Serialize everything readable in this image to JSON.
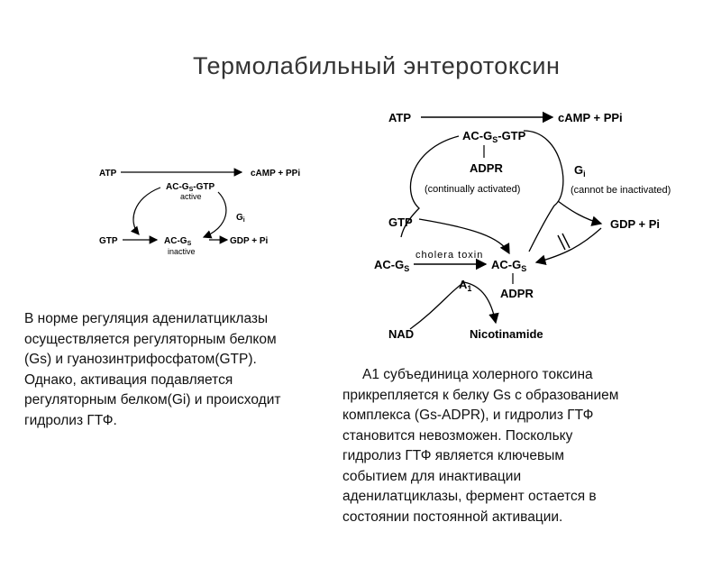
{
  "title": "Термолабильный энтеротоксин",
  "left_diagram": {
    "atp": "ATP",
    "camp": "cAMP + PPi",
    "ac_gs_gtp": "AC-G",
    "ac_gs_gtp_sub": "S",
    "ac_gs_gtp_suffix": "-GTP",
    "active": "active",
    "gi": "G",
    "gi_sub": "i",
    "gtp": "GTP",
    "ac_gs": "AC-G",
    "ac_gs_sub": "S",
    "inactive": "inactive",
    "gdp": "GDP + Pi"
  },
  "right_diagram": {
    "atp": "ATP",
    "camp": "cAMP + PPi",
    "ac_gs_gtp": "AC-G",
    "ac_gs_gtp_sub": "S",
    "ac_gs_gtp_suffix": "-GTP",
    "adpr": "ADPR",
    "continually": "(continually activated)",
    "gi": "G",
    "gi_sub": "i",
    "cannot": "(cannot be inactivated)",
    "gtp": "GTP",
    "gdp": "GDP + Pi",
    "ac_gs_left": "AC-G",
    "ac_gs_left_sub": "S",
    "cholera_toxin": "cholera toxin",
    "ac_gs_right": "AC-G",
    "ac_gs_right_sub": "S",
    "a1": "A",
    "a1_sub": "1",
    "adpr2": "ADPR",
    "nad": "NAD",
    "nicotinamide": "Nicotinamide"
  },
  "left_text": [
    "В норме регуляция аденилатциклазы",
    "осуществляется регуляторным белком",
    "(Gs) и гуанозинтрифосфатом(GTP).",
    "Однако, активация подавляется",
    "регуляторным белком(Gi) и происходит",
    "гидролиз ГТФ."
  ],
  "right_text": [
    "А1 субъединица холерного токсина",
    "прикрепляется к белку Gs с образованием",
    "комплекса (Gs-ADPR), и гидролиз ГТФ",
    "становится невозможен. Поскольку",
    "гидролиз ГТФ является ключевым",
    "событием для инактивации",
    "аденилатциклазы, фермент остается в",
    "состоянии постоянной активации."
  ]
}
